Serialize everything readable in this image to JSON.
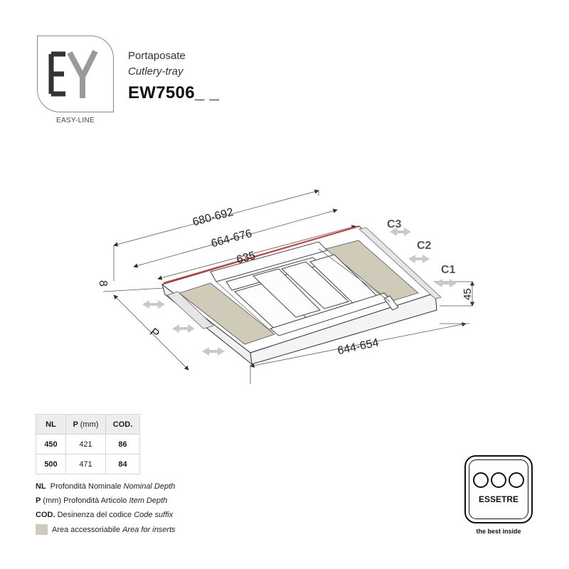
{
  "brand": {
    "logo_letters": "EY",
    "logo_caption": "EASY-LINE"
  },
  "product": {
    "name_it": "Portaposate",
    "name_en": "Cutlery-tray",
    "code": "EW7506_ _"
  },
  "dimensions": {
    "outer_width": "680-692",
    "mid_width": "664-676",
    "inner_width": "635",
    "depth_range": "644-654",
    "side_offset": "8",
    "height": "45",
    "depth_label": "P",
    "clearance_labels": [
      "C1",
      "C2",
      "C3"
    ]
  },
  "spec_table": {
    "headers": {
      "nl": "NL",
      "p": "P",
      "p_unit": "(mm)",
      "cod": "COD."
    },
    "rows": [
      {
        "nl": "450",
        "p": "421",
        "cod": "86"
      },
      {
        "nl": "500",
        "p": "471",
        "cod": "84"
      }
    ]
  },
  "legend": [
    {
      "abbr": "NL",
      "it": "Profondità Nominale",
      "en": "Nominal Depth"
    },
    {
      "abbr": "P",
      "unit": "(mm)",
      "it": "Profondità Articolo",
      "en": "Item Depth"
    },
    {
      "abbr": "COD.",
      "it": "Desinenza del codice",
      "en": "Code suffix"
    },
    {
      "abbr": "",
      "it": "Area accessoriabile",
      "en": "Area for inserts"
    }
  ],
  "colors": {
    "insert_area": "#cfcbb8",
    "red_edge": "#d63a3a",
    "arrow": "#c9c9c9"
  },
  "manufacturer": {
    "name": "ESSETRE",
    "tagline": "the best inside"
  }
}
